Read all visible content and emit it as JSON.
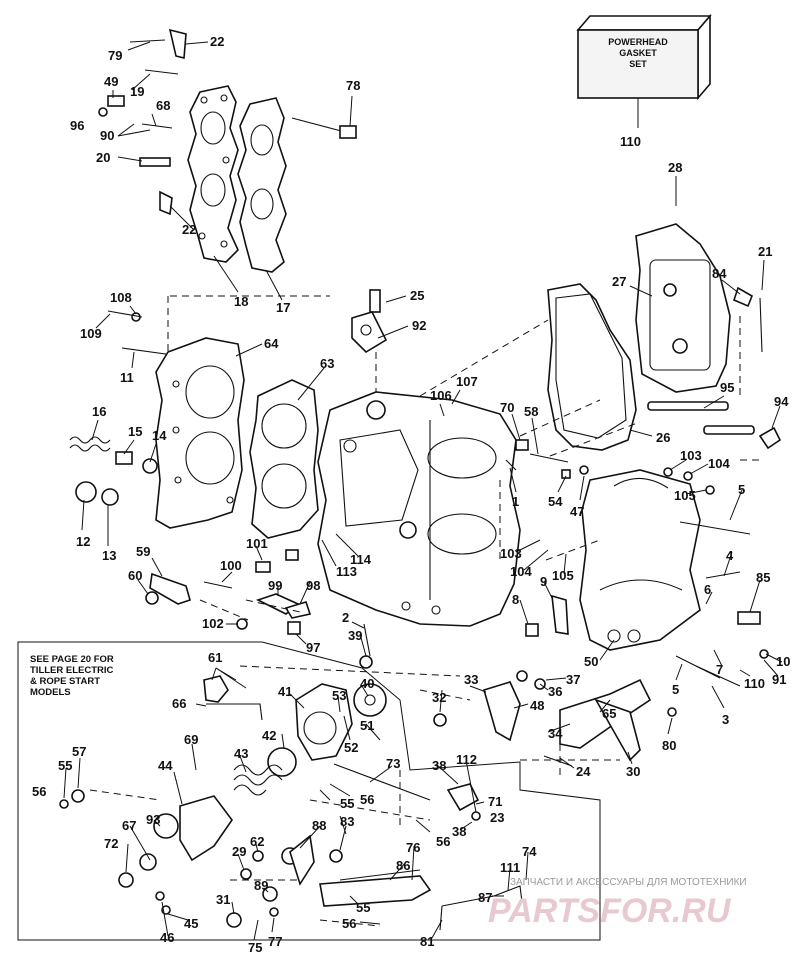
{
  "kit_box": {
    "line1": "POWERHEAD",
    "line2": "GASKET",
    "line3": "SET",
    "callout": "110"
  },
  "note": {
    "line1": "SEE PAGE 20 FOR",
    "line2": "TILLER ELECTRIC",
    "line3": "& ROPE START",
    "line4": "MODELS"
  },
  "watermark": {
    "caption": "ЗАПЧАСТИ И АКСЕССУАРЫ ДЛЯ МОТОТЕХНИКИ",
    "brand": "PARTSFOR.RU"
  },
  "callouts": [
    "79",
    "22",
    "19",
    "49",
    "96",
    "68",
    "90",
    "20",
    "22",
    "78",
    "18",
    "17",
    "108",
    "109",
    "11",
    "64",
    "25",
    "92",
    "63",
    "107",
    "106",
    "16",
    "15",
    "14",
    "12",
    "13",
    "28",
    "27",
    "84",
    "21",
    "95",
    "94",
    "26",
    "70",
    "58",
    "1",
    "54",
    "47",
    "103",
    "104",
    "105",
    "5",
    "59",
    "60",
    "101",
    "100",
    "99",
    "98",
    "113",
    "114",
    "102",
    "2",
    "39",
    "97",
    "103",
    "104",
    "105",
    "9",
    "8",
    "4",
    "6",
    "85",
    "50",
    "7",
    "10",
    "91",
    "110",
    "5",
    "3",
    "61",
    "66",
    "41",
    "53",
    "40",
    "52",
    "51",
    "42",
    "33",
    "32",
    "36",
    "37",
    "48",
    "65",
    "34",
    "80",
    "24",
    "30",
    "69",
    "44",
    "43",
    "73",
    "38",
    "112",
    "56",
    "55",
    "71",
    "57",
    "55",
    "56",
    "67",
    "93",
    "72",
    "88",
    "83",
    "62",
    "29",
    "89",
    "38",
    "23",
    "56",
    "76",
    "86",
    "111",
    "74",
    "87",
    "55",
    "56",
    "81",
    "31",
    "75",
    "77",
    "46",
    "45"
  ]
}
